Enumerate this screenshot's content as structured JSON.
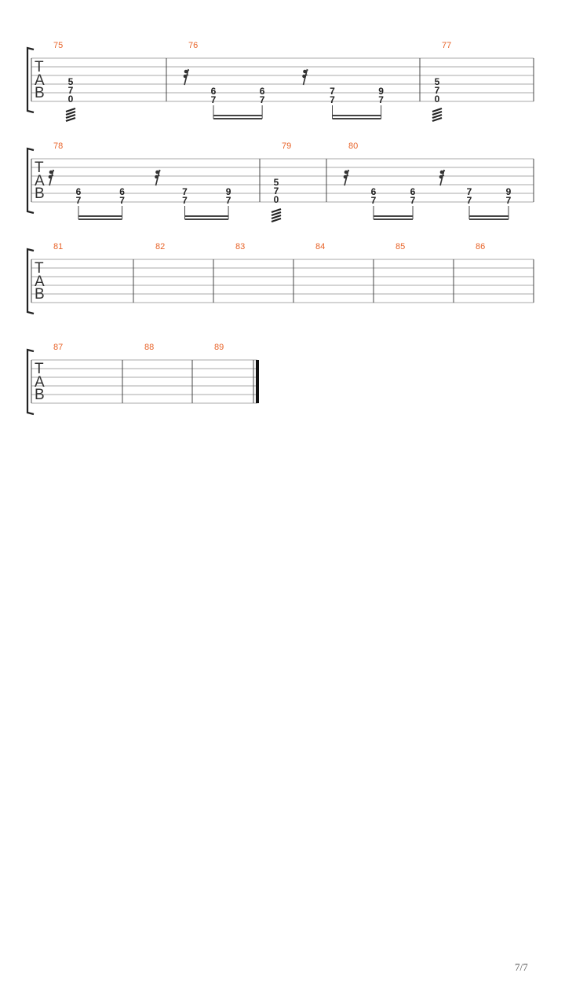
{
  "tab_clef": [
    "T",
    "A",
    "B"
  ],
  "page_number": "7/7",
  "systems": [
    {
      "measures": [
        {
          "number": "75",
          "events": [
            {
              "type": "chord",
              "frets": [
                "5",
                "7",
                "0"
              ],
              "tremolo": true
            }
          ]
        },
        {
          "number": "76",
          "events": [
            {
              "type": "rest"
            },
            {
              "type": "pair",
              "notes": [
                [
                  "6",
                  "7"
                ],
                [
                  "6",
                  "7"
                ]
              ]
            },
            {
              "type": "rest"
            },
            {
              "type": "pair",
              "notes": [
                [
                  "7",
                  "7"
                ],
                [
                  "9",
                  "7"
                ]
              ]
            }
          ]
        },
        {
          "number": "77",
          "events": [
            {
              "type": "chord",
              "frets": [
                "5",
                "7",
                "0"
              ],
              "tremolo": true
            }
          ]
        }
      ]
    },
    {
      "measures": [
        {
          "number": "78",
          "events": [
            {
              "type": "rest"
            },
            {
              "type": "pair",
              "notes": [
                [
                  "6",
                  "7"
                ],
                [
                  "6",
                  "7"
                ]
              ]
            },
            {
              "type": "rest"
            },
            {
              "type": "pair",
              "notes": [
                [
                  "7",
                  "7"
                ],
                [
                  "9",
                  "7"
                ]
              ]
            }
          ]
        },
        {
          "number": "79",
          "events": [
            {
              "type": "chord",
              "frets": [
                "5",
                "7",
                "0"
              ],
              "tremolo": true
            }
          ]
        },
        {
          "number": "80",
          "events": [
            {
              "type": "rest"
            },
            {
              "type": "pair",
              "notes": [
                [
                  "6",
                  "7"
                ],
                [
                  "6",
                  "7"
                ]
              ]
            },
            {
              "type": "rest"
            },
            {
              "type": "pair",
              "notes": [
                [
                  "7",
                  "7"
                ],
                [
                  "9",
                  "7"
                ]
              ]
            }
          ]
        }
      ]
    },
    {
      "measures": [
        {
          "number": "81",
          "events": []
        },
        {
          "number": "82",
          "events": []
        },
        {
          "number": "83",
          "events": []
        },
        {
          "number": "84",
          "events": []
        },
        {
          "number": "85",
          "events": []
        },
        {
          "number": "86",
          "events": []
        }
      ]
    },
    {
      "final_barline": true,
      "measures": [
        {
          "number": "87",
          "events": []
        },
        {
          "number": "88",
          "events": []
        },
        {
          "number": "89",
          "events": []
        }
      ]
    }
  ]
}
